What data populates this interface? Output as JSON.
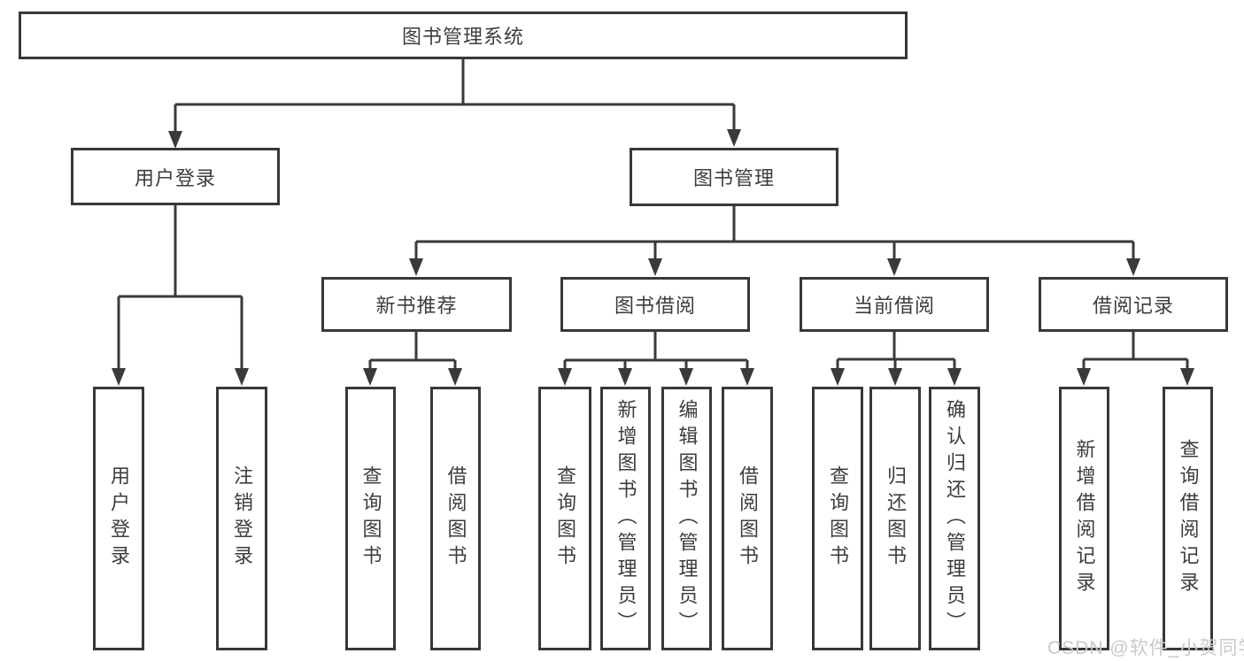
{
  "diagram": {
    "root": {
      "label": "图书管理系统"
    },
    "level2": {
      "user_login": {
        "label": "用户登录"
      },
      "book_management": {
        "label": "图书管理"
      }
    },
    "level3": {
      "new_book_recommend": {
        "label": "新书推荐"
      },
      "book_borrow": {
        "label": "图书借阅"
      },
      "current_borrow": {
        "label": "当前借阅"
      },
      "borrow_records": {
        "label": "借阅记录"
      }
    },
    "leaves": {
      "user_login": {
        "label": "用户登录"
      },
      "logout": {
        "label": "注销登录"
      },
      "recommend_query_books": {
        "label": "查询图书"
      },
      "recommend_borrow_books": {
        "label": "借阅图书"
      },
      "borrow_query_books": {
        "label": "查询图书"
      },
      "borrow_add_books_admin": {
        "label": "新增图书（管理员）"
      },
      "borrow_edit_books_admin": {
        "label": "编辑图书（管理员）"
      },
      "borrow_borrow_books": {
        "label": "借阅图书"
      },
      "current_query_books": {
        "label": "查询图书"
      },
      "current_return_books": {
        "label": "归还图书"
      },
      "current_confirm_return_admin": {
        "label": "确认归还（管理员）"
      },
      "records_add_record": {
        "label": "新增借阅记录"
      },
      "records_query_record": {
        "label": "查询借阅记录"
      }
    }
  },
  "watermark": {
    "text": "CSDN @软件_小贺同学"
  },
  "colors": {
    "line": "#3a3a3a",
    "text": "#3d3d3d",
    "box_background": "#ffffff",
    "watermark": "#c9c9c9"
  }
}
